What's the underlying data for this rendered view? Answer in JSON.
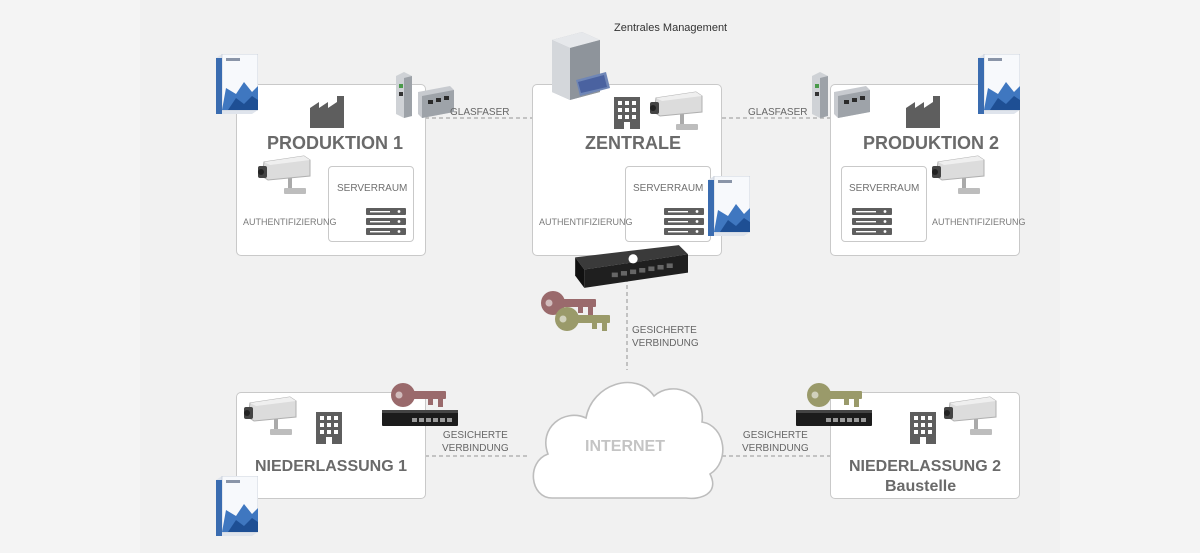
{
  "management": {
    "label": "Zentrales Management"
  },
  "sites": {
    "produktion1": {
      "title": "PRODUKTION 1",
      "server_room": "SERVERRAUM",
      "auth": "AUTHENTIFIZIERUNG"
    },
    "zentrale": {
      "title": "ZENTRALE",
      "server_room": "SERVERRAUM",
      "auth": "AUTHENTIFIZIERUNG"
    },
    "produktion2": {
      "title": "PRODUKTION 2",
      "server_room": "SERVERRAUM",
      "auth": "AUTHENTIFIZIERUNG"
    },
    "niederlassung1": {
      "title": "NIEDERLASSUNG 1"
    },
    "niederlassung2": {
      "title": "NIEDERLASSUNG 2",
      "subtitle": "Baustelle"
    }
  },
  "links": {
    "glasfaser_left": "GLASFASER",
    "glasfaser_right": "GLASFASER",
    "secured_center": {
      "line1": "GESICHERTE",
      "line2": "VERBINDUNG"
    },
    "secured_left": {
      "line1": "GESICHERTE",
      "line2": "VERBINDUNG"
    },
    "secured_right": {
      "line1": "GESICHERTE",
      "line2": "VERBINDUNG"
    }
  },
  "internet": {
    "label": "INTERNET"
  },
  "colors": {
    "key_red": "#9a6a6c",
    "key_olive": "#9a9a6a",
    "label_gray": "#6a6a6a",
    "box_blue": "#3b6aa8"
  }
}
